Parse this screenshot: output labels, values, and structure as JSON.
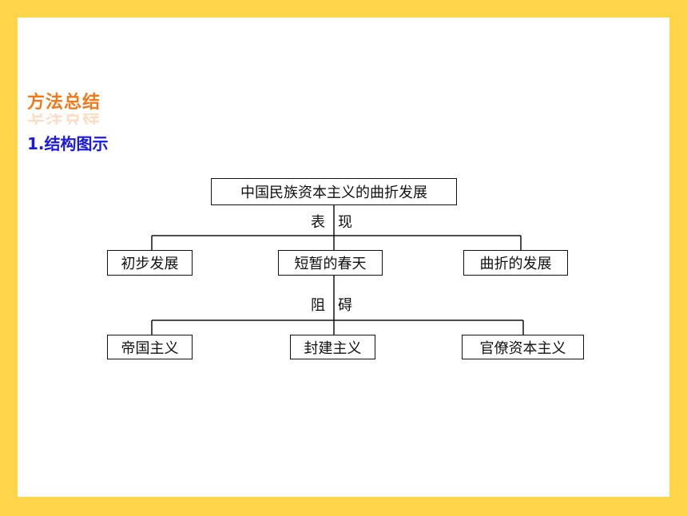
{
  "section": {
    "title": "方法总结",
    "subtitle": "1.结构图示"
  },
  "diagram": {
    "root": "中国民族资本主义的曲折发展",
    "link_top": [
      "表",
      "现"
    ],
    "manifestations": [
      "初步发展",
      "短暂的春天",
      "曲折的发展"
    ],
    "link_bottom": [
      "阻",
      "碍"
    ],
    "obstacles": [
      "帝国主义",
      "封建主义",
      "官僚资本主义"
    ]
  },
  "colors": {
    "frame": "#FFD54A",
    "title": "#F07A1A",
    "subtitle": "#1A1AE0",
    "line": "#111111"
  }
}
